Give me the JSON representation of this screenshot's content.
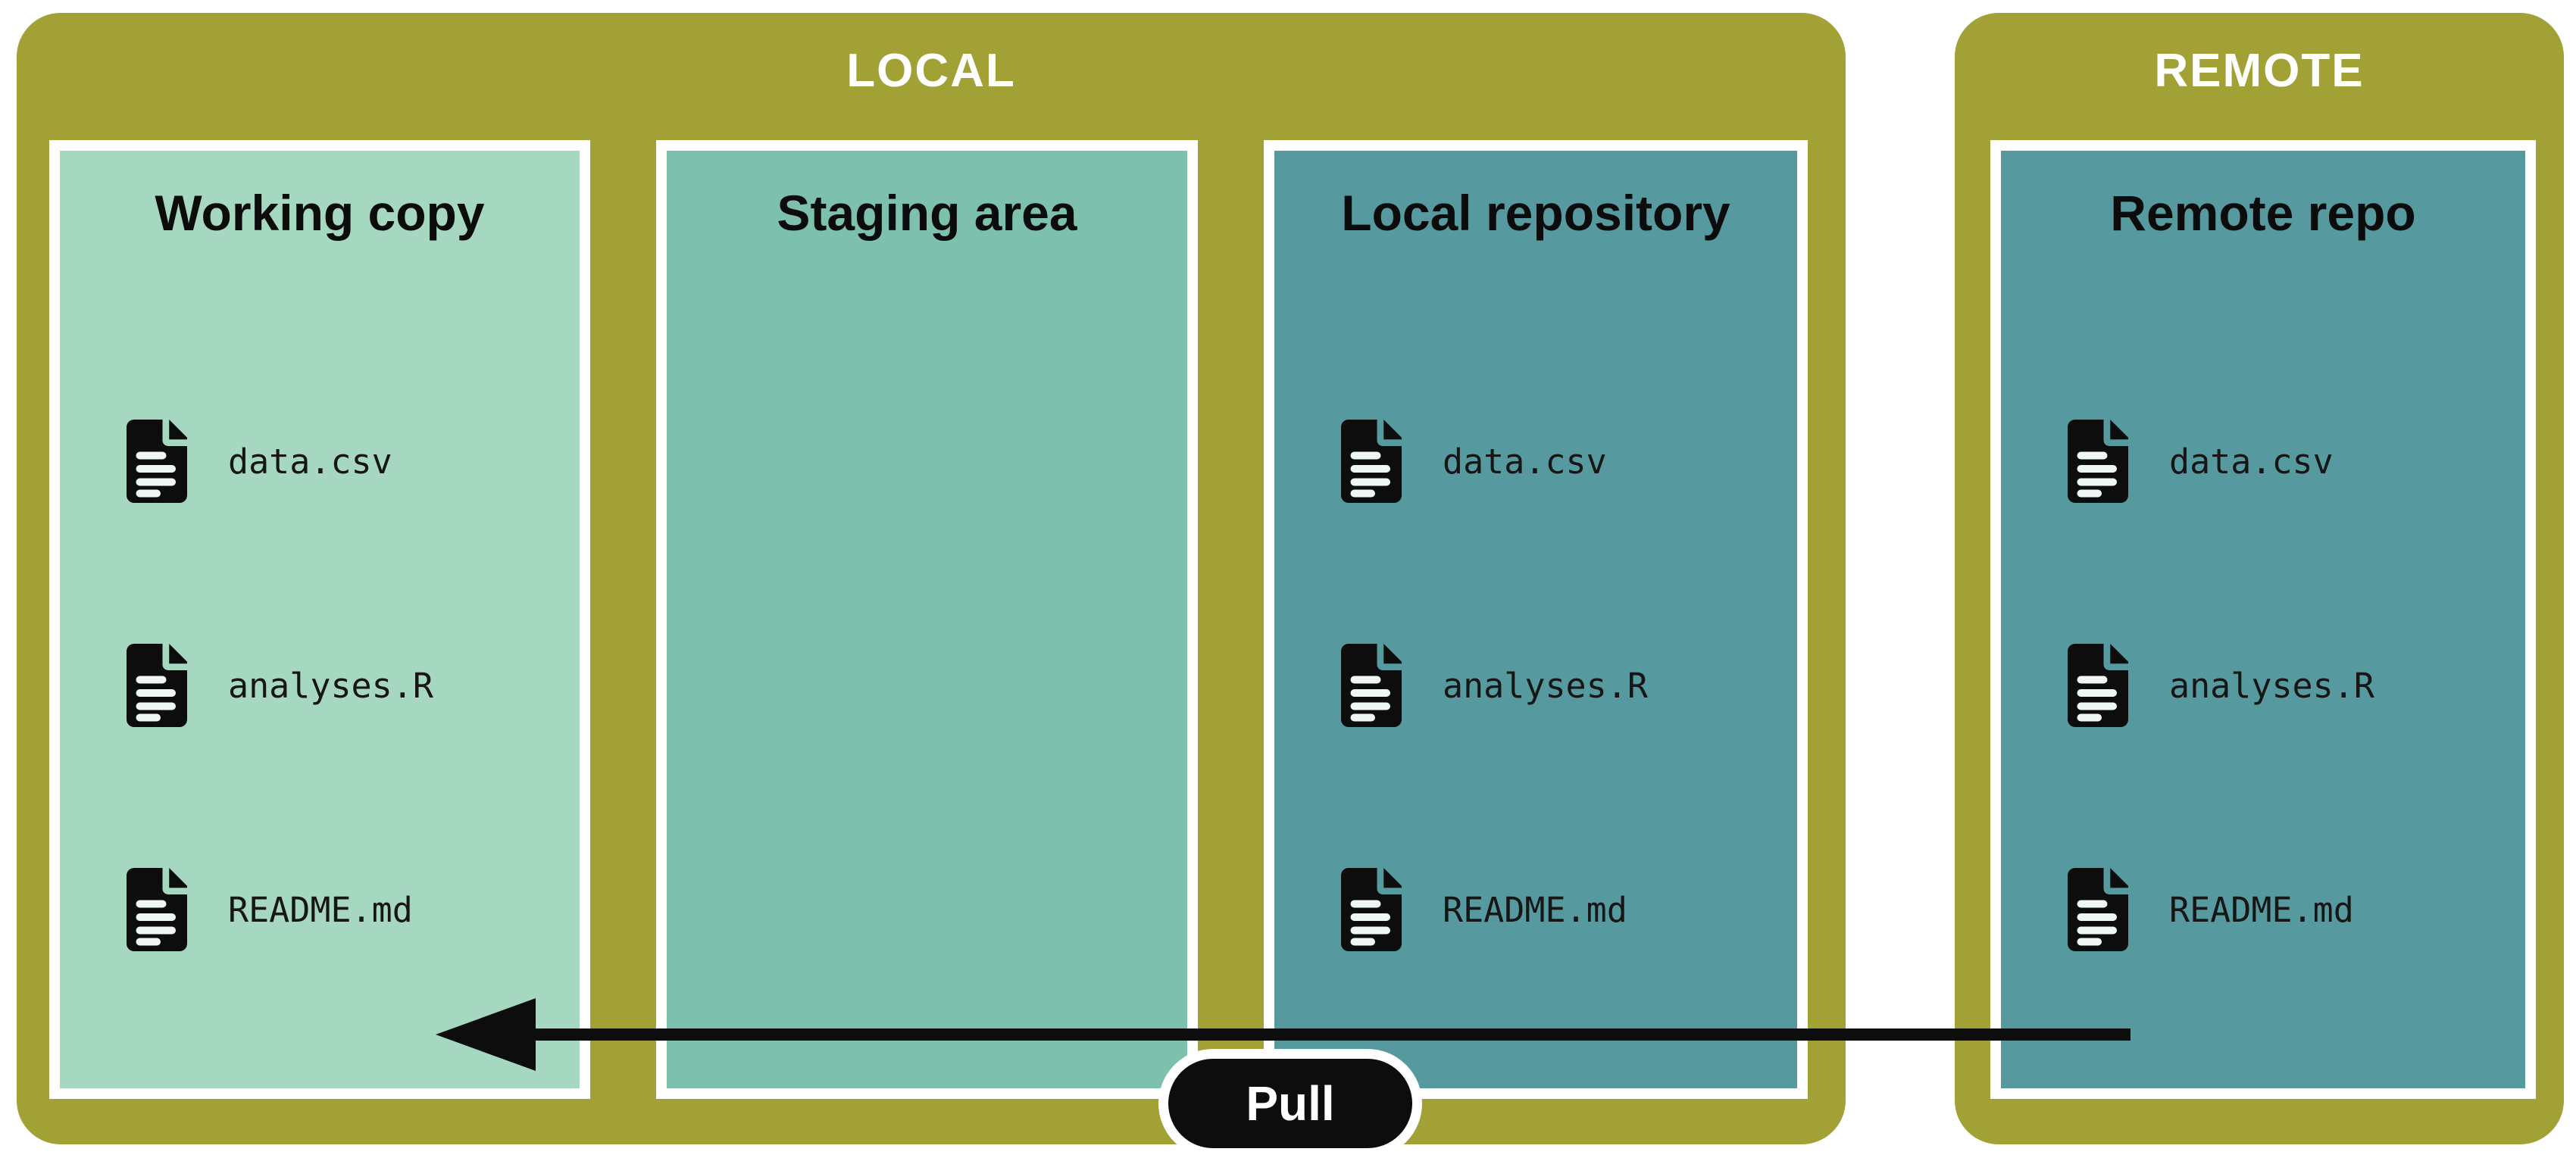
{
  "diagram": {
    "local": {
      "title": "LOCAL",
      "panels": [
        {
          "title": "Working copy",
          "files": [
            "data.csv",
            "analyses.R",
            "README.md"
          ]
        },
        {
          "title": "Staging area",
          "files": []
        },
        {
          "title": "Local repository",
          "files": [
            "data.csv",
            "analyses.R",
            "README.md"
          ]
        }
      ]
    },
    "remote": {
      "title": "REMOTE",
      "panels": [
        {
          "title": "Remote repo",
          "files": [
            "data.csv",
            "analyses.R",
            "README.md"
          ]
        }
      ]
    },
    "pull": {
      "label": "Pull"
    }
  },
  "colors": {
    "olive": "#a1a135",
    "working-copy": "#a6d7c1",
    "staging-area": "#7ec0ae",
    "repository": "#569a9f",
    "ink": "#0d0d0d",
    "panel-border": "#ffffff"
  }
}
